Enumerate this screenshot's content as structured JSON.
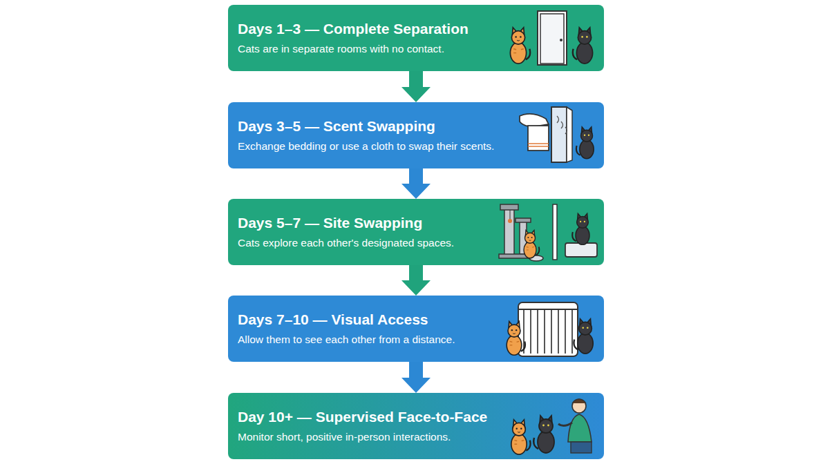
{
  "diagram": {
    "nodes": [
      {
        "text": [
          "Days 1–3 — Complete Separation",
          "Cats are in separate rooms with no contact."
        ]
      },
      {
        "text": [
          "Days 3–5 — Scent Swapping",
          "Exchange bedding or use a cloth to swap their scents."
        ]
      },
      {
        "text": [
          "Days 5–7 — Site Swapping",
          "Cats explore each other's designated spaces."
        ]
      },
      {
        "text": [
          "Days 7–10 — Visual Access",
          "Allow them to see each other from a distance."
        ]
      },
      {
        "text": [
          "Day 10+ — Supervised Face-to-Face",
          "Monitor short, positive in-person interactions."
        ]
      }
    ],
    "edges": [
      {
        "from": 0,
        "to": 1,
        "arrow": "to"
      },
      {
        "from": 1,
        "to": 2,
        "arrow": "to"
      },
      {
        "from": 2,
        "to": 3,
        "arrow": "to"
      },
      {
        "from": 3,
        "to": 4,
        "arrow": "to"
      }
    ]
  }
}
